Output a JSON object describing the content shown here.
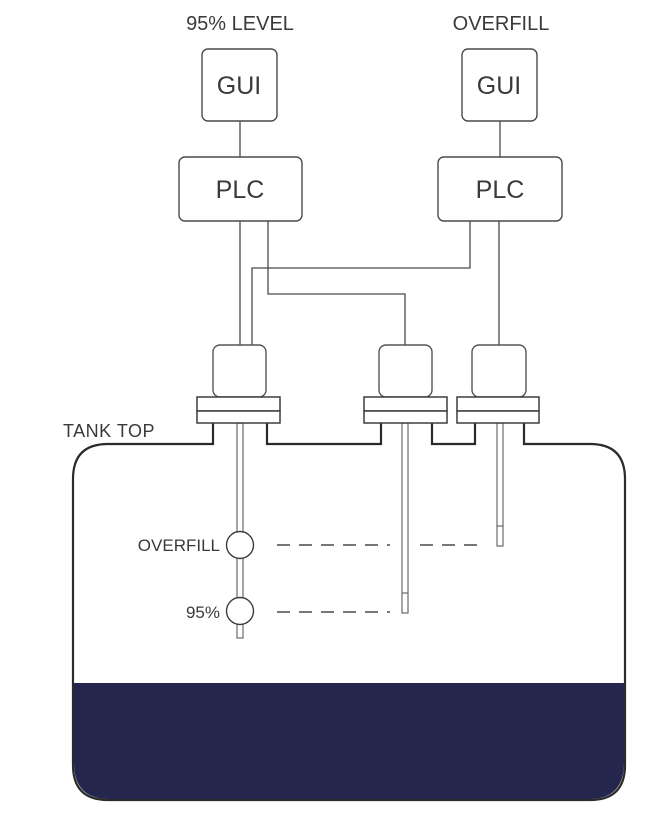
{
  "systems": {
    "level95": {
      "label": "95% LEVEL",
      "gui_label": "GUI",
      "plc_label": "PLC"
    },
    "overfill": {
      "label": "OVERFILL",
      "gui_label": "GUI",
      "plc_label": "PLC"
    }
  },
  "tank": {
    "label": "TANK TOP",
    "levels": {
      "overfill": {
        "label": "OVERFILL"
      },
      "level95": {
        "label": "95%"
      }
    }
  },
  "colors": {
    "line": "#4a4a4a",
    "tank_outline": "#2b2b2b",
    "liquid": "#24264e",
    "background": "#ffffff"
  }
}
